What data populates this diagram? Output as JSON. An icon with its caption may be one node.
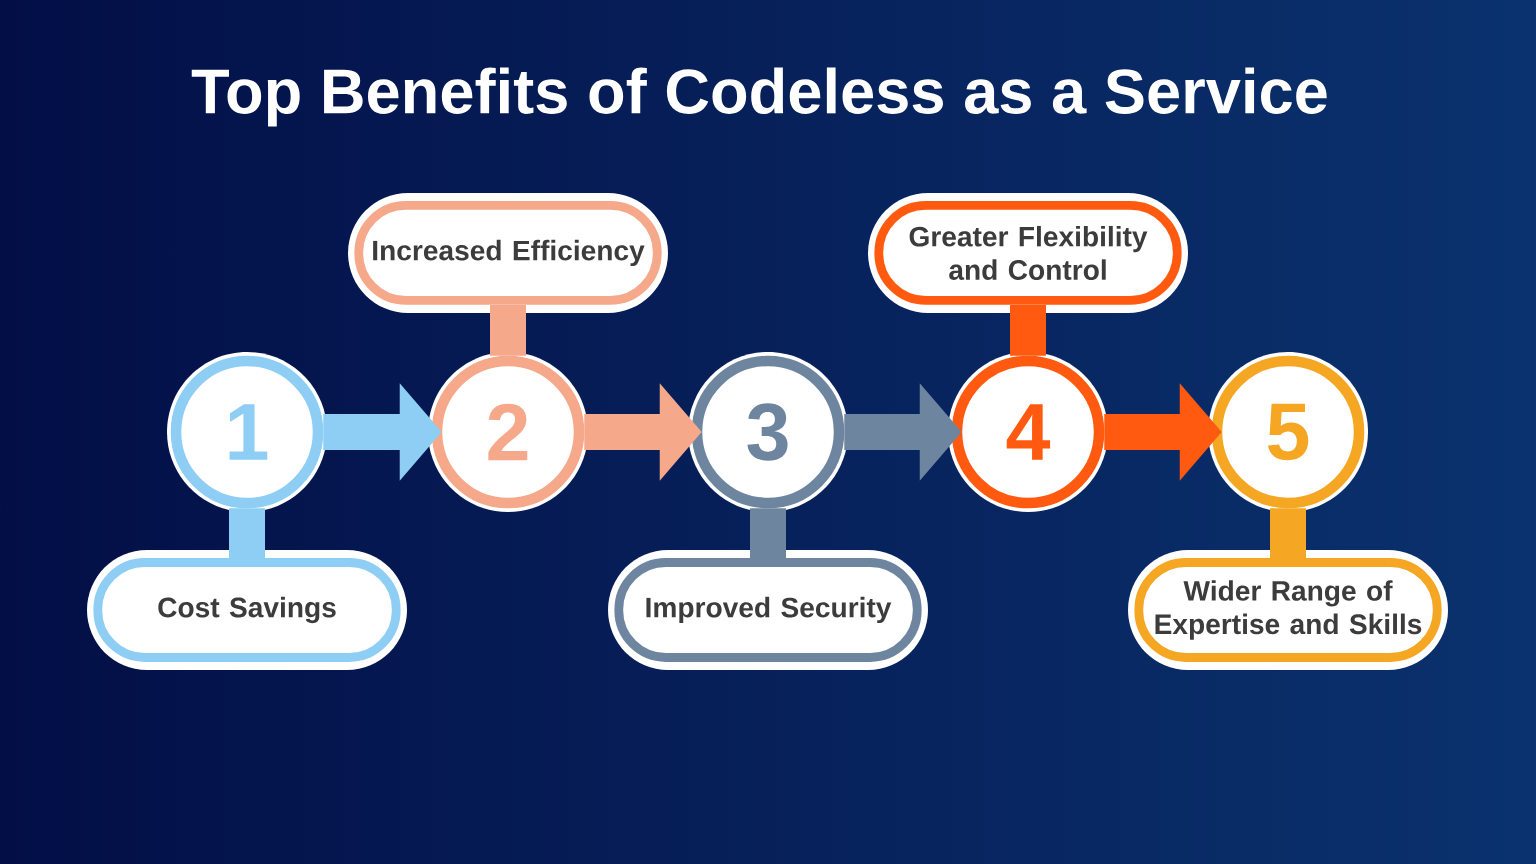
{
  "diagram": {
    "title": "Top Benefits of Codeless as a Service",
    "nodes": [
      {
        "text": [
          "1"
        ]
      },
      {
        "text": [
          "2"
        ]
      },
      {
        "text": [
          "3"
        ]
      },
      {
        "text": [
          "4"
        ]
      },
      {
        "text": [
          "5"
        ]
      },
      {
        "text": [
          "Cost Savings"
        ]
      },
      {
        "text": [
          "Increased Efficiency"
        ]
      },
      {
        "text": [
          "Improved Security"
        ]
      },
      {
        "text": [
          "Greater Flexibility and Control"
        ]
      },
      {
        "text": [
          "Wider Range of Expertise and Skills"
        ]
      }
    ],
    "edges": [
      {
        "from": 0,
        "to": 1,
        "arrow": "to",
        "color": "#8ecdf4"
      },
      {
        "from": 1,
        "to": 2,
        "arrow": "to",
        "color": "#f5a88a"
      },
      {
        "from": 2,
        "to": 3,
        "arrow": "to",
        "color": "#6e85a0"
      },
      {
        "from": 3,
        "to": 4,
        "arrow": "to",
        "color": "#ff5a10"
      },
      {
        "from": 0,
        "to": 5,
        "arrow": "none",
        "color": "#8ecdf4"
      },
      {
        "from": 1,
        "to": 6,
        "arrow": "none",
        "color": "#f5a88a"
      },
      {
        "from": 2,
        "to": 7,
        "arrow": "none",
        "color": "#6e85a0"
      },
      {
        "from": 3,
        "to": 8,
        "arrow": "none",
        "color": "#ff5a10"
      },
      {
        "from": 4,
        "to": 9,
        "arrow": "none",
        "color": "#f5a623"
      }
    ]
  }
}
